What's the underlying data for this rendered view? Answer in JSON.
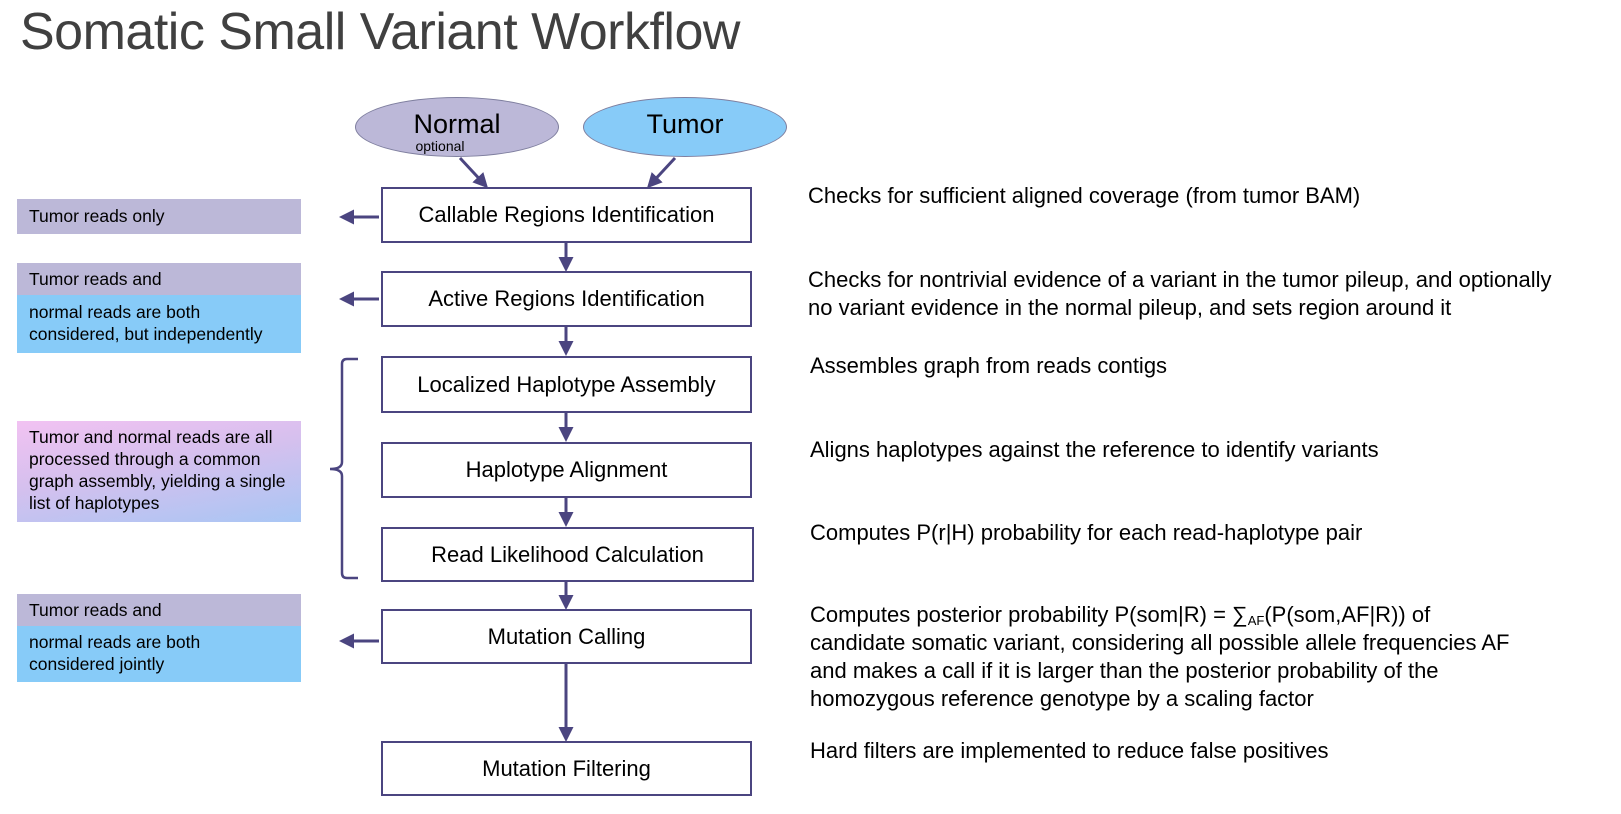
{
  "title": "Somatic Small Variant Workflow",
  "inputs": {
    "normal_label": "Normal",
    "normal_sublabel": "optional",
    "tumor_label": "Tumor"
  },
  "steps": [
    "Callable Regions Identification",
    "Active Regions Identification",
    "Localized Haplotype Assembly",
    "Haplotype Alignment",
    "Read Likelihood Calculation",
    "Mutation Calling",
    "Mutation Filtering"
  ],
  "notes": {
    "callable": "Tumor reads only",
    "active_top": "Tumor reads and",
    "active_bottom": "normal reads are both considered, but independently",
    "assembly": "Tumor and normal reads are all processed through a common graph assembly, yielding a single list of haplotypes",
    "calling_top": "Tumor reads and",
    "calling_bottom": "normal reads are both considered jointly"
  },
  "descriptions": {
    "callable": "Checks for sufficient aligned coverage (from tumor BAM)",
    "active_line1": "Checks for nontrivial evidence of a variant in the tumor pileup, and optionally",
    "active_line2": "no variant evidence in the normal pileup, and sets region around it",
    "assembly": "Assembles graph from reads contigs",
    "alignment": "Aligns haplotypes against the reference to identify variants",
    "likelihood": "Computes P(r|H) probability for each read-haplotype pair",
    "calling_line1_pre": "Computes posterior probability P(som|R) = ∑",
    "calling_line1_sub": "AF",
    "calling_line1_post": "(P(som,AF|R)) of",
    "calling_line2": "candidate somatic variant, considering all possible allele frequencies AF",
    "calling_line3": "and makes a call if it is larger than the posterior probability of the",
    "calling_line4": "homozygous reference genotype by a scaling factor",
    "filtering": "Hard filters are implemented to reduce false positives"
  },
  "colors": {
    "box_border": "#4b4580",
    "connector": "#4b4580",
    "normal_fill": "#bcb8d8",
    "tumor_fill": "#87cbf8",
    "title_text": "#404040"
  }
}
